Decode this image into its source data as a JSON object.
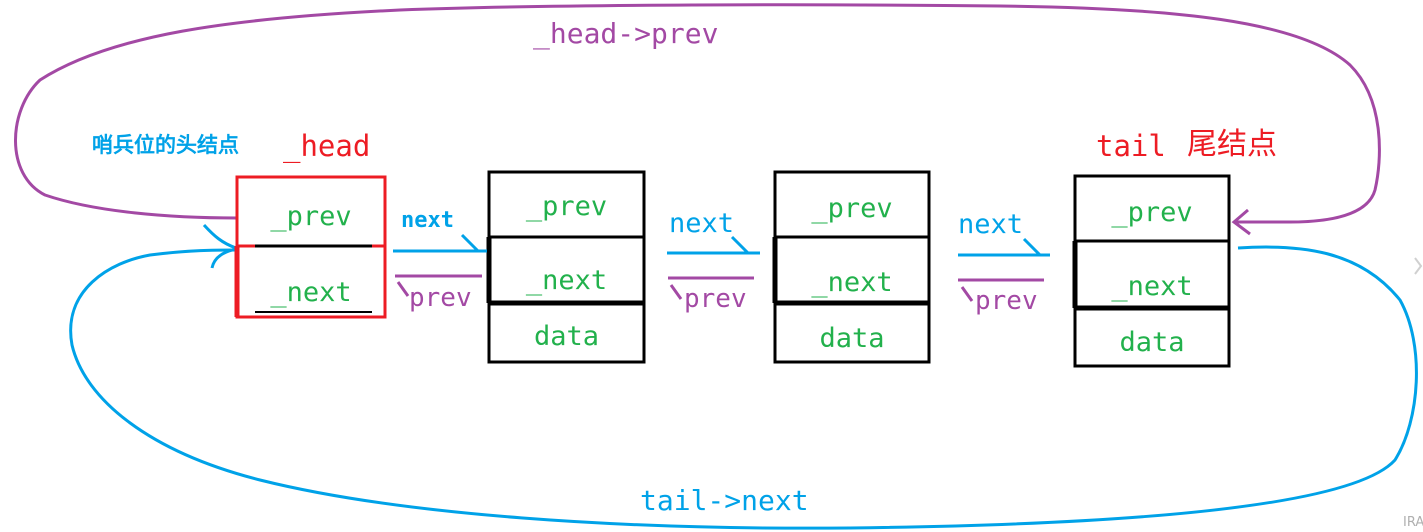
{
  "labels": {
    "head_prev_loop": "_head->prev",
    "tail_next_loop": "tail->next",
    "head_caption": "哨兵位的头结点",
    "head_name": "_head",
    "tail_name": "tail",
    "tail_caption": "尾结点",
    "corner_fragment": "IRA"
  },
  "nodes": [
    {
      "id": "head",
      "prev": "_prev",
      "next": "_next"
    },
    {
      "id": "node1",
      "prev": "_prev",
      "next": "_next",
      "data": "data"
    },
    {
      "id": "node2",
      "prev": "_prev",
      "next": "_next",
      "data": "data"
    },
    {
      "id": "tail",
      "prev": "_prev",
      "next": "_next",
      "data": "data"
    }
  ],
  "links": [
    {
      "next": "next",
      "prev": "prev"
    },
    {
      "next": "next",
      "prev": "prev"
    },
    {
      "next": "next",
      "prev": "prev"
    }
  ],
  "colors": {
    "field_text": "#22b14c",
    "prev_link": "#a349a4",
    "next_link": "#00a2e8",
    "head_box": "#ed1c24",
    "node_box": "#000000"
  }
}
